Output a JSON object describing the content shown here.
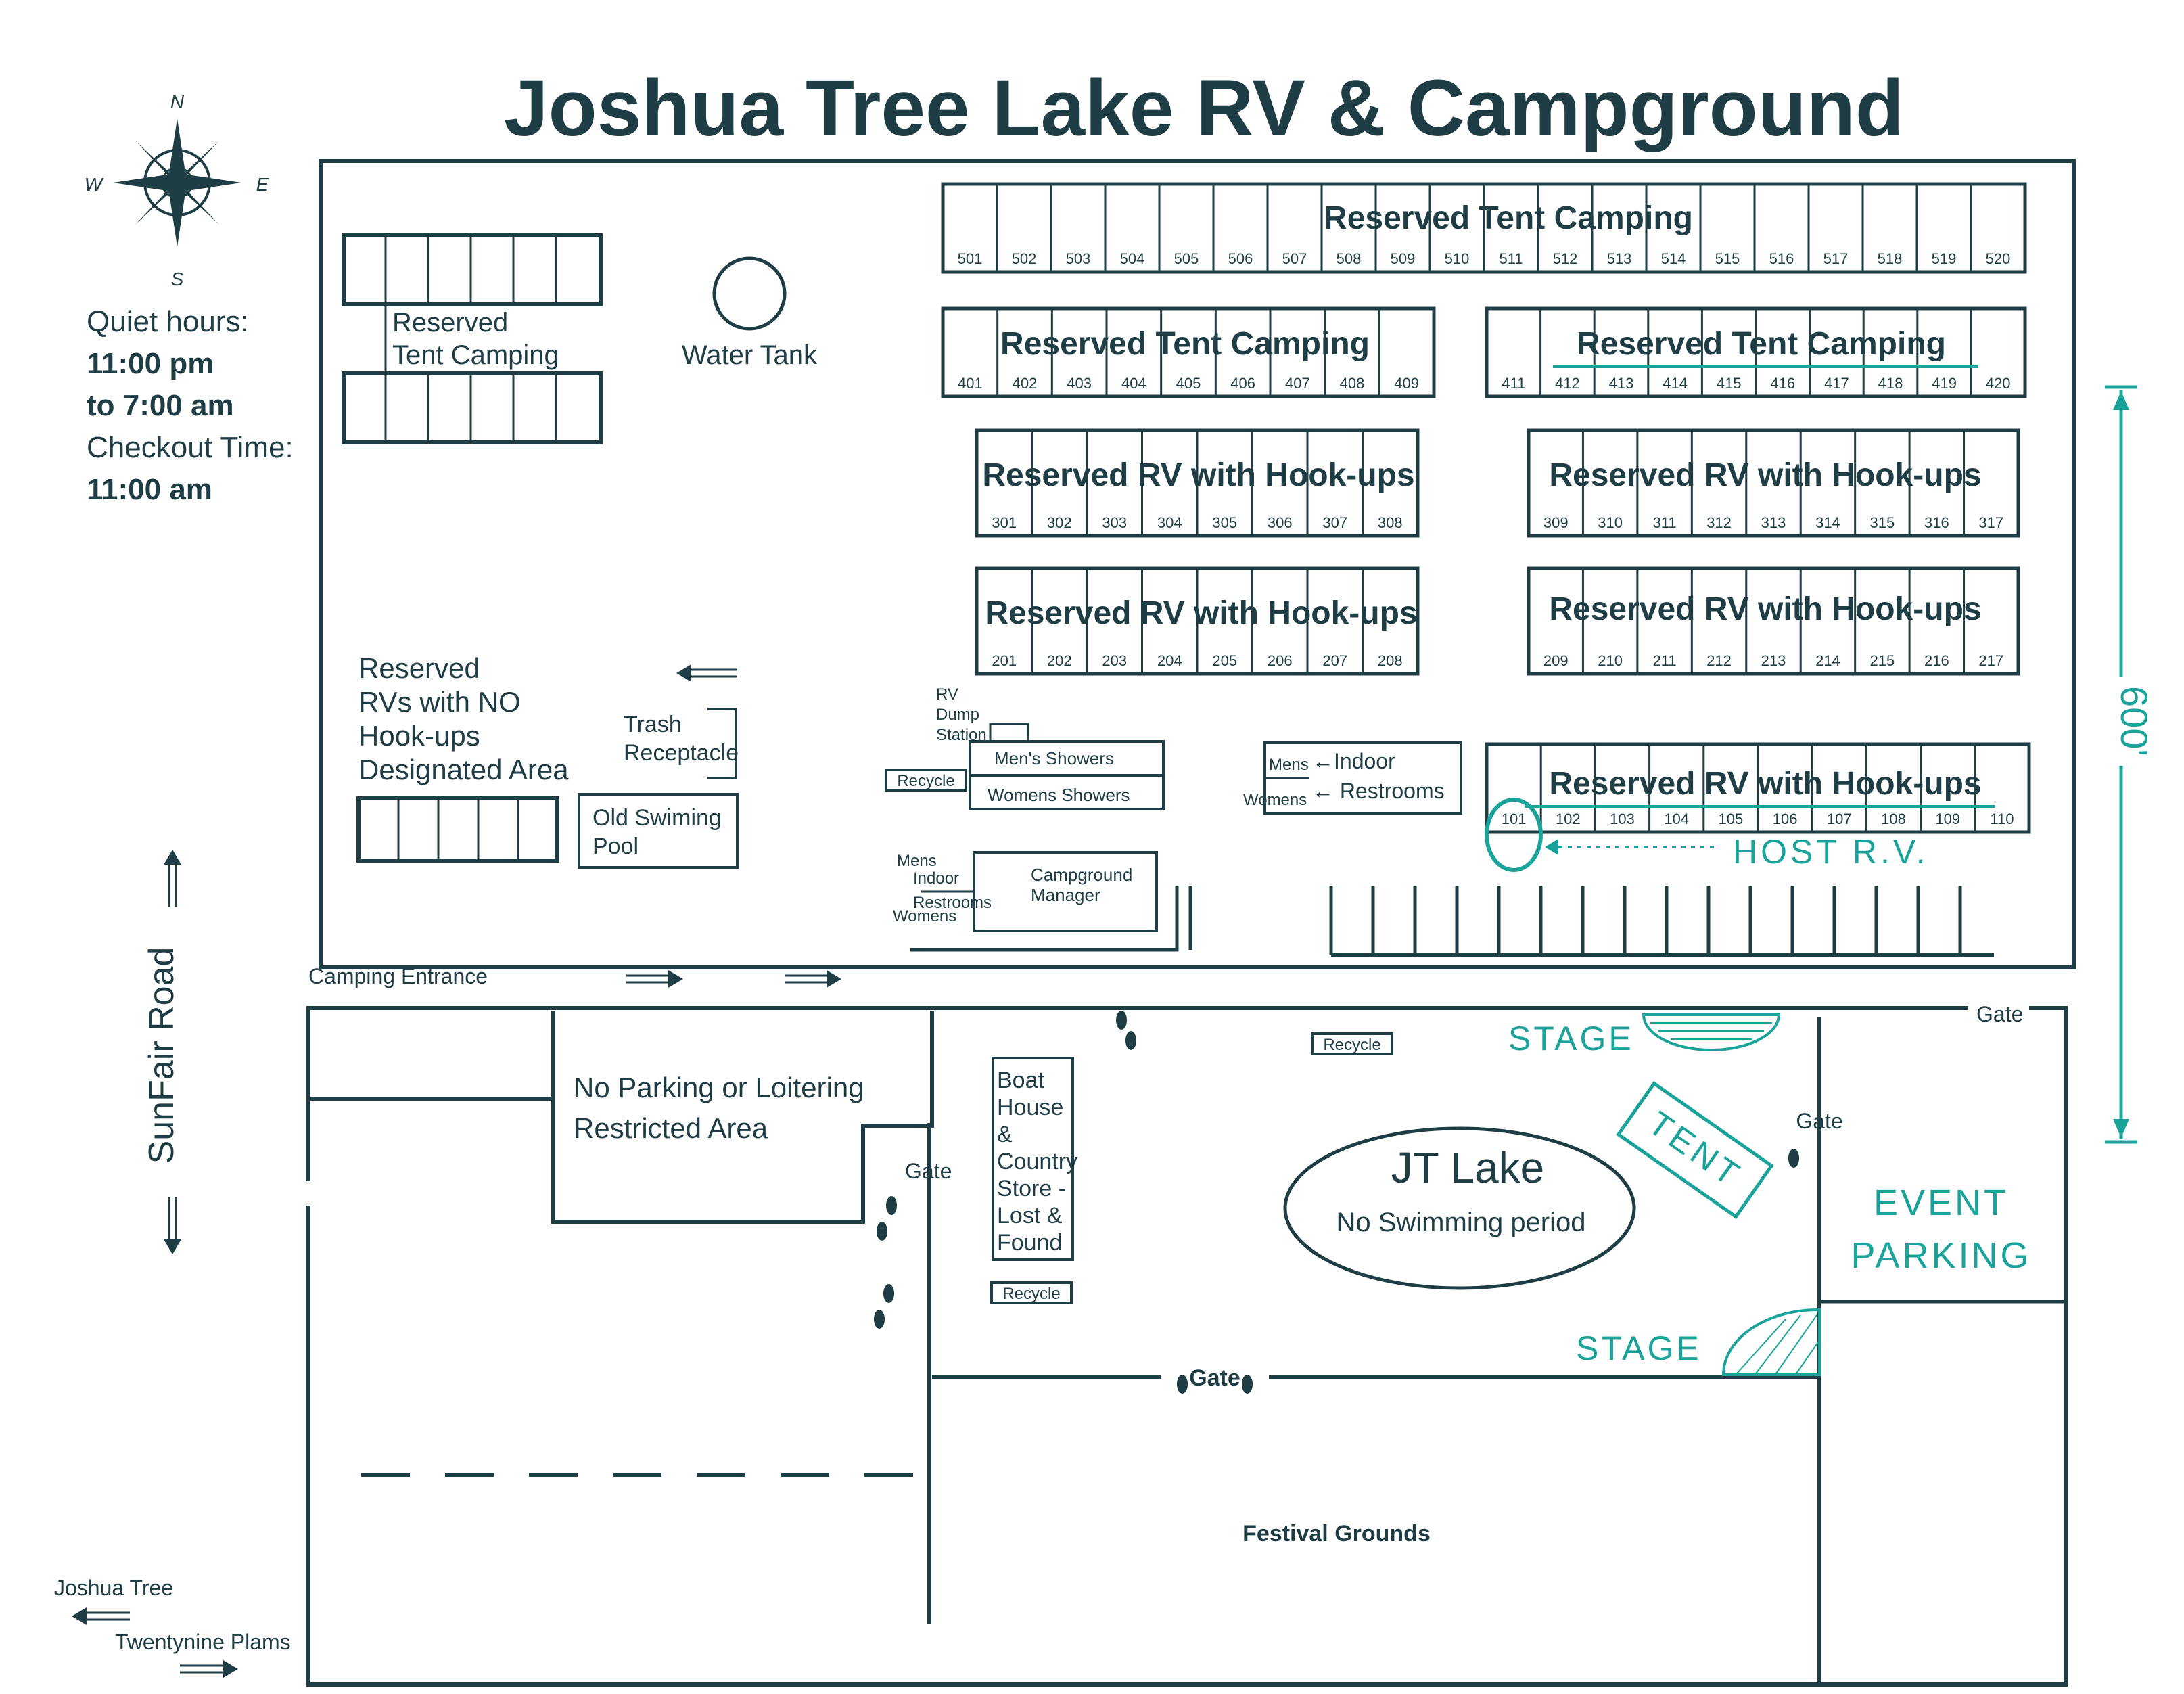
{
  "title": "Joshua Tree Lake RV & Campground",
  "compass": {
    "n": "N",
    "e": "E",
    "s": "S",
    "w": "W"
  },
  "info": {
    "quiet_hours_label": "Quiet hours:",
    "quiet_start": "11:00 pm",
    "quiet_end": "to 7:00 am",
    "checkout_label": "Checkout Time:",
    "checkout_time": "11:00 am"
  },
  "areas": {
    "tent_camping_left_1": "Reserved",
    "tent_camping_left_2": "Tent Camping",
    "water_tank": "Water Tank",
    "tent_camping_500": "Reserved Tent Camping",
    "tent_camping_400a": "Reserved Tent Camping",
    "tent_camping_400b": "Reserved Tent Camping",
    "rv_300a": "Reserved RV with Hook-ups",
    "rv_300b": "Reserved RV with Hook-ups",
    "rv_200a": "Reserved RV with Hook-ups",
    "rv_200b": "Reserved RV with Hook-ups",
    "rv_100": "Reserved RV with Hook-ups",
    "no_hookups_1": "Reserved",
    "no_hookups_2": "RVs with NO",
    "no_hookups_3": "Hook-ups",
    "no_hookups_4": "Designated Area",
    "trash_1": "Trash",
    "trash_2": "Receptacle",
    "pool_1": "Old Swiming",
    "pool_2": "Pool",
    "rv_dump_1": "RV",
    "rv_dump_2": "Dump",
    "rv_dump_3": "Station",
    "recycle": "Recycle",
    "mens_showers": "Men's Showers",
    "womens_showers": "Womens Showers",
    "mens": "Mens",
    "womens": "Womens",
    "indoor": "Indoor",
    "restrooms": "Restrooms",
    "indoor_arrow": "←Indoor",
    "restrooms_arrow": "← Restrooms",
    "manager_1": "Campground",
    "manager_2": "Manager",
    "host_rv": "HOST R.V.",
    "dimension": "600'",
    "road": "SunFair Road",
    "camping_entrance": "Camping Entrance",
    "no_parking_1": "No Parking or Loitering",
    "no_parking_2": "Restricted Area",
    "gate": "Gate",
    "boat_house": [
      "Boat",
      "House",
      "&",
      "Country",
      "Store -",
      "Lost &",
      "Found"
    ],
    "stage": "STAGE",
    "tent": "TENT",
    "lake_name": "JT Lake",
    "lake_note": "No Swimming period",
    "event_parking_1": "EVENT",
    "event_parking_2": "PARKING",
    "festival_grounds": "Festival Grounds",
    "joshua_tree": "Joshua Tree",
    "twentynine_palms": "Twentynine Plams"
  },
  "sites": {
    "row500": [
      "501",
      "502",
      "503",
      "504",
      "505",
      "506",
      "507",
      "508",
      "509",
      "510",
      "511",
      "512",
      "513",
      "514",
      "515",
      "516",
      "517",
      "518",
      "519",
      "520"
    ],
    "row400a": [
      "401",
      "402",
      "403",
      "404",
      "405",
      "406",
      "407",
      "408",
      "409"
    ],
    "row400b": [
      "411",
      "412",
      "413",
      "414",
      "415",
      "416",
      "417",
      "418",
      "419",
      "420"
    ],
    "row300a": [
      "301",
      "302",
      "303",
      "304",
      "305",
      "306",
      "307",
      "308"
    ],
    "row300b": [
      "309",
      "310",
      "311",
      "312",
      "313",
      "314",
      "315",
      "316",
      "317"
    ],
    "row200a": [
      "201",
      "202",
      "203",
      "204",
      "205",
      "206",
      "207",
      "208"
    ],
    "row200b": [
      "209",
      "210",
      "211",
      "212",
      "213",
      "214",
      "215",
      "216",
      "217"
    ],
    "row100": [
      "101",
      "102",
      "103",
      "104",
      "105",
      "106",
      "107",
      "108",
      "109",
      "110"
    ]
  },
  "colors": {
    "ink": "#1f3d44",
    "annotation": "#1aa39a"
  }
}
